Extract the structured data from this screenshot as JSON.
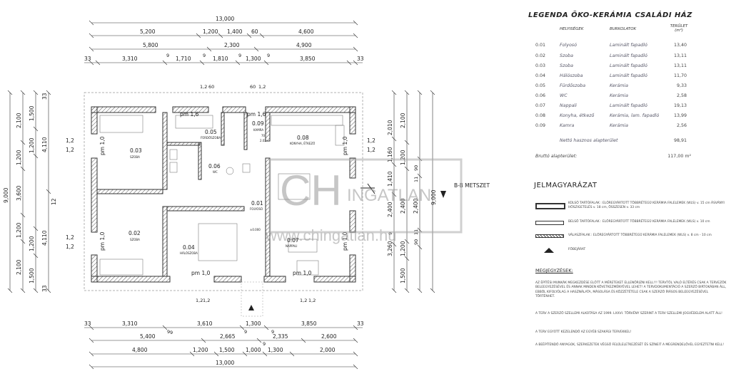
{
  "plan": {
    "top_dims": {
      "overall": "13,000",
      "row2": [
        "5,200",
        "1,200",
        "1,400",
        "60",
        "4,600"
      ],
      "row3": [
        "5,800",
        "2,300",
        "4,900"
      ],
      "row4": [
        "33",
        "3,310",
        "9",
        "1,710",
        "9",
        "1,810",
        "9",
        "1,300",
        "9",
        "3,850",
        "33"
      ]
    },
    "bottom_dims": {
      "row1": [
        "33",
        "3,310",
        "9",
        "3,610",
        "9",
        "1,300",
        "9",
        "3,850",
        "33"
      ],
      "row2": [
        "5,400",
        "9",
        "2,665",
        "9",
        "2,335",
        "2,600"
      ],
      "row3": [
        "4,800",
        "1,200",
        "1,500",
        "1,000",
        "1,300",
        "2,000"
      ],
      "overall": "13,000"
    },
    "left_dims": {
      "outer": "9,000",
      "col2": [
        "2,100",
        "1,200",
        "3,600",
        "1,200",
        "2,100"
      ],
      "col3": [
        "1,500",
        "1,200",
        "1,200",
        "1,500"
      ],
      "col4": [
        "33",
        "4,110",
        "12",
        "4,110",
        "33"
      ],
      "window_marks": [
        "1,2",
        "1,2",
        "1,2",
        "1,2"
      ]
    },
    "right_dims": {
      "outer": "9,000",
      "col_a": [
        "2,010",
        "1,160",
        "1,410",
        "2,400",
        "9",
        "3,260"
      ],
      "col_b": [
        "2,100",
        "1,200",
        "2,400",
        "1,200",
        "1,500"
      ],
      "col_c": [
        "90",
        "11",
        "2,400",
        "11",
        "90"
      ],
      "window_marks": [
        "1,2",
        "1,2"
      ]
    },
    "rooms": [
      {
        "no": "0.03",
        "name": "SZOBA"
      },
      {
        "no": "0.05",
        "name": "FÜRDŐSZOBA"
      },
      {
        "no": "0.09",
        "name": "KAMRA"
      },
      {
        "no": "0.08",
        "name": "KONYHA, ÉTKEZŐ"
      },
      {
        "no": "0.06",
        "name": "WC"
      },
      {
        "no": "0.02",
        "name": "SZOBA"
      },
      {
        "no": "0.04",
        "name": "HÁLÓSZOBA"
      },
      {
        "no": "0.01",
        "name": "FOLYOSÓ"
      },
      {
        "no": "0.07",
        "name": "NAPPALI"
      }
    ],
    "windows": [
      "pm 1,6",
      "pm 1,6",
      "pm 1,0",
      "pm 1,0",
      "pm 1,0",
      "pm 1,0",
      "pm 1,0",
      "pm 1,0"
    ],
    "section_label": "B-B METSZET",
    "level_mark": "±0.000",
    "door_marks": [
      "70",
      "2.02"
    ]
  },
  "watermark": {
    "brand": "INGATLAN",
    "url": "www.chingatlan.hu"
  },
  "legend": {
    "title": "LEGENDA ÖKO-KERÁMIA CSALÁDI HÁZ",
    "header_rooms": "HELYISÉGEK",
    "header_floors": "BURKOLATOK",
    "header_area": "TERÜLET (m²)",
    "rows": [
      {
        "no": "0.01",
        "room": "Folyosó",
        "floor": "Laminált fapadló",
        "area": "13,40"
      },
      {
        "no": "0.02",
        "room": "Szoba",
        "floor": "Laminált fapadló",
        "area": "13,11"
      },
      {
        "no": "0.03",
        "room": "Szoba",
        "floor": "Laminált fapadló",
        "area": "13,11"
      },
      {
        "no": "0.04",
        "room": "Hálószoba",
        "floor": "Laminált fapadló",
        "area": "11,70"
      },
      {
        "no": "0.05",
        "room": "Fürdőszoba",
        "floor": "Kerámia",
        "area": "9,33"
      },
      {
        "no": "0.06",
        "room": "WC",
        "floor": "Kerámia",
        "area": "2,58"
      },
      {
        "no": "0.07",
        "room": "Nappali",
        "floor": "Laminált fapadló",
        "area": "19,13"
      },
      {
        "no": "0.08",
        "room": "Konyha, étkező",
        "floor": "Kerámia, lam. fapadló",
        "area": "13,99"
      },
      {
        "no": "0.09",
        "room": "Kamra",
        "floor": "Kerámia",
        "area": "2,56"
      }
    ],
    "net_label": "Nettó hasznos alapterület",
    "net_value": "98,91",
    "gross_label": "Bruttó alapterület:",
    "gross_value": "117,00 m²"
  },
  "jelmagyarazat": {
    "title": "JELMAGYARÁZAT",
    "items": [
      "KÜLSŐ TARTÓFALAK : ELŐREGYÁRTOTT TÖBBRÉTEGŰ KERÁMIA FALELEMEK (WLS) v. 15 cm ÁSVÁNYI HŐSZIGETELÉS v. 18 cm, ÖSSZESEN v. 33 cm",
      "BELSŐ TARTÓFALAK : ELŐREGYÁRTOTT TÖBBRÉTEGŰ KERÁMIA FALELEMEK (WLS) v. 10 cm",
      "VÁLASZFALAK : ELŐREGYÁRTOTT TÖBBRÉTEGŰ KERÁMIA FALELEMEK (WLS) v. 8 cm - 10 cm",
      "FŐBEJÁRAT"
    ]
  },
  "megjegyzesek": {
    "title": "MEGJEGYZÉSEK:",
    "paragraphs": [
      "AZ ÉPÍTÉSI MUNKÁK MEGKEZDÉSE ELŐTT A MÉRETEKET ELLENŐRIZNI KELL!!! TERVTŐL VALÓ ELTÉRÉS CSAK A TERVEZŐK BELEEGYEZÉSÉVEL ÉS ANNAK MINDEN KÖVETKEZMÉNYÉVEL LEHET! A TERVDOKUMENTÁCIÓ A SZERZŐ BIRTOKÁBAN ÁLL, EBBŐL KIFOLYÓLAG A HASZNÁLATA, MÁSOLÁSA ÉS KÖZZÉTÉTELE CSAK A SZERZŐ ÍRÁSOS BELEEGYEZÉSÉVEL TÖRTÉNHET.",
      "A TERV A SZERZŐ SZELLEMI ALKOTÁSA AZ 1999. LXXVI. TÖRVÉNY SZERINT A TERV SZELLEMI JOGVÉDELEM ALATT ÁLL!",
      "A TERV EGYÜTT KEZELENDŐ AZ EGYÉB SZAKÁGI TERVEKKEL!",
      "A BEÉPÍTENDŐ ANYAGOK, SZERKEZETEK VÉGSŐ FELÜLELETKEZÉSÉT ÉS SZÍNEIT A MEGRENDELŐVEL EGYEZTETNI KELL!"
    ]
  }
}
